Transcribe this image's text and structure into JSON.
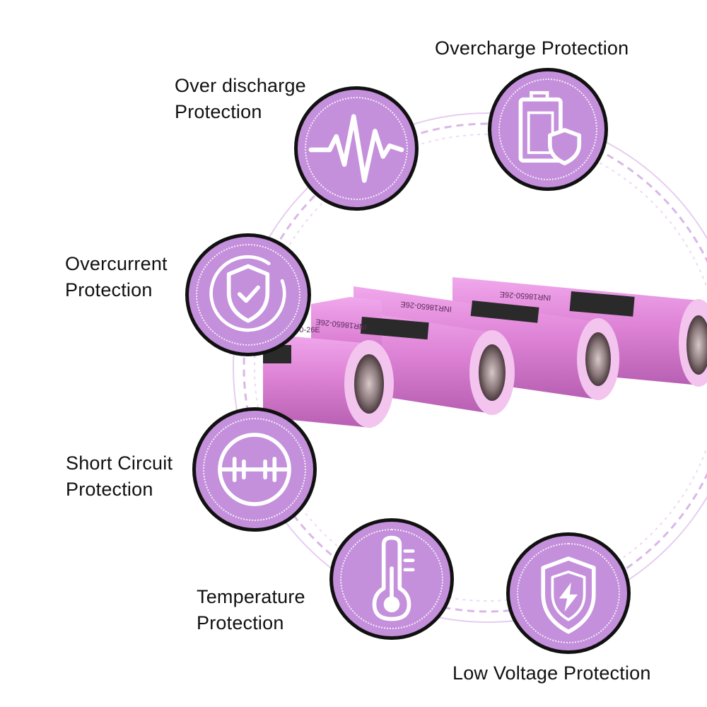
{
  "colors": {
    "badge_fill": "#c48fdb",
    "badge_border": "#111111",
    "icon_stroke": "#ffffff",
    "ring_color": "#cfa6e0",
    "battery_body": "#e08ad8",
    "text": "#111111"
  },
  "features": [
    {
      "id": "over-discharge",
      "icon": "waveform-icon",
      "lines": [
        "Over discharge",
        "Protection"
      ]
    },
    {
      "id": "overcharge",
      "icon": "battery-shield-icon",
      "lines": [
        "Overcharge Protection"
      ]
    },
    {
      "id": "overcurrent",
      "icon": "shield-check-icon",
      "lines": [
        "Overcurrent",
        "Protection"
      ]
    },
    {
      "id": "short-circuit",
      "icon": "short-circuit-icon",
      "lines": [
        "Short Circuit",
        "Protection"
      ]
    },
    {
      "id": "temperature",
      "icon": "thermometer-icon",
      "lines": [
        "Temperature",
        "Protection"
      ]
    },
    {
      "id": "low-voltage",
      "icon": "shield-lightning-icon",
      "lines": [
        "Low Voltage Protection"
      ]
    }
  ],
  "battery_print": [
    "INR18650-26E",
    "INR18650-26E",
    "INR18650-26E",
    "INR18650-26E"
  ]
}
